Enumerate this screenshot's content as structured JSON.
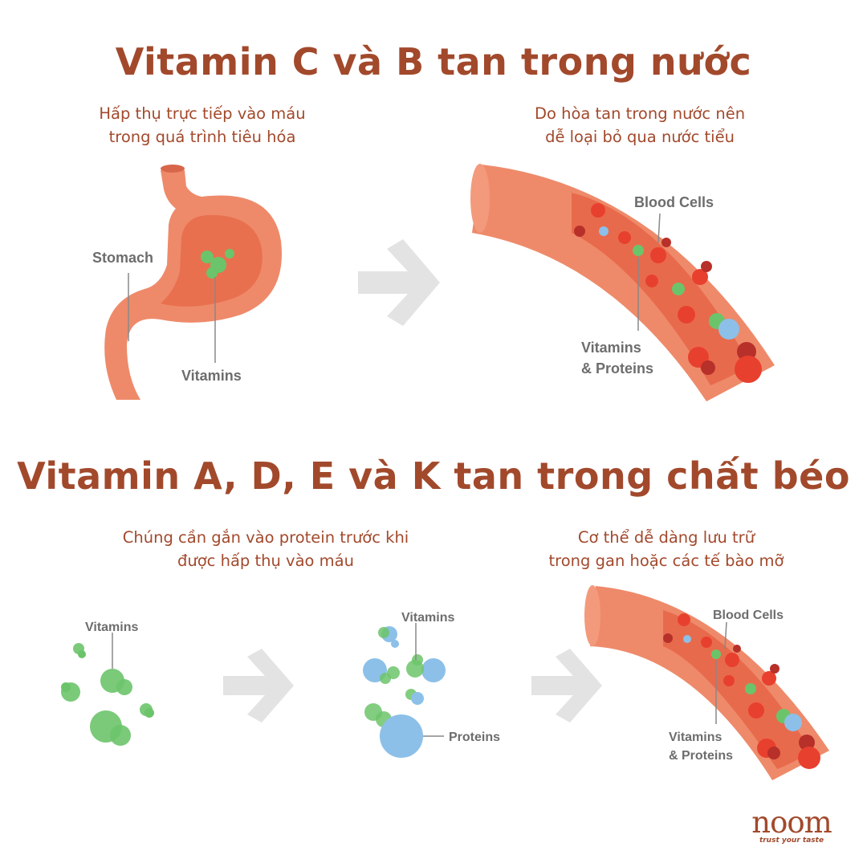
{
  "top": {
    "title": "Vitamin C và B tan trong nước",
    "left_caption": [
      "Hấp thụ trực tiếp vào máu",
      "trong quá trình tiêu hóa"
    ],
    "right_caption": [
      "Do hòa tan trong nước nên",
      "dễ loại bỏ qua nước tiểu"
    ],
    "labels": {
      "stomach": "Stomach",
      "vitamins": "Vitamins",
      "blood_cells": "Blood Cells",
      "vitamins_proteins": [
        "Vitamins",
        "& Proteins"
      ]
    }
  },
  "bottom": {
    "title": "Vitamin A, D, E và K tan trong chất béo",
    "left_caption": [
      "Chúng cần gắn vào protein trước khi",
      "được hấp thụ vào máu"
    ],
    "right_caption": [
      "Cơ thể dễ dàng lưu trữ",
      "trong gan hoặc các tế bào mỡ"
    ],
    "labels": {
      "vitamins_left": "Vitamins",
      "vitamins_mid": "Vitamins",
      "proteins": "Proteins",
      "blood_cells": "Blood Cells",
      "vitamins_proteins": [
        "Vitamins",
        "& Proteins"
      ]
    }
  },
  "logo": {
    "word": "noom",
    "tagline": "trust your taste"
  },
  "colors": {
    "title": "#a2492c",
    "organ": "#ee8a6a",
    "organ_inner": "#e8704f",
    "red_cell": "#e8402e",
    "dark_cell": "#b8302a",
    "vitamin_green": "#6cc46a",
    "protein_blue": "#8cc0e8",
    "arrow_gray": "#e3e3e3"
  }
}
